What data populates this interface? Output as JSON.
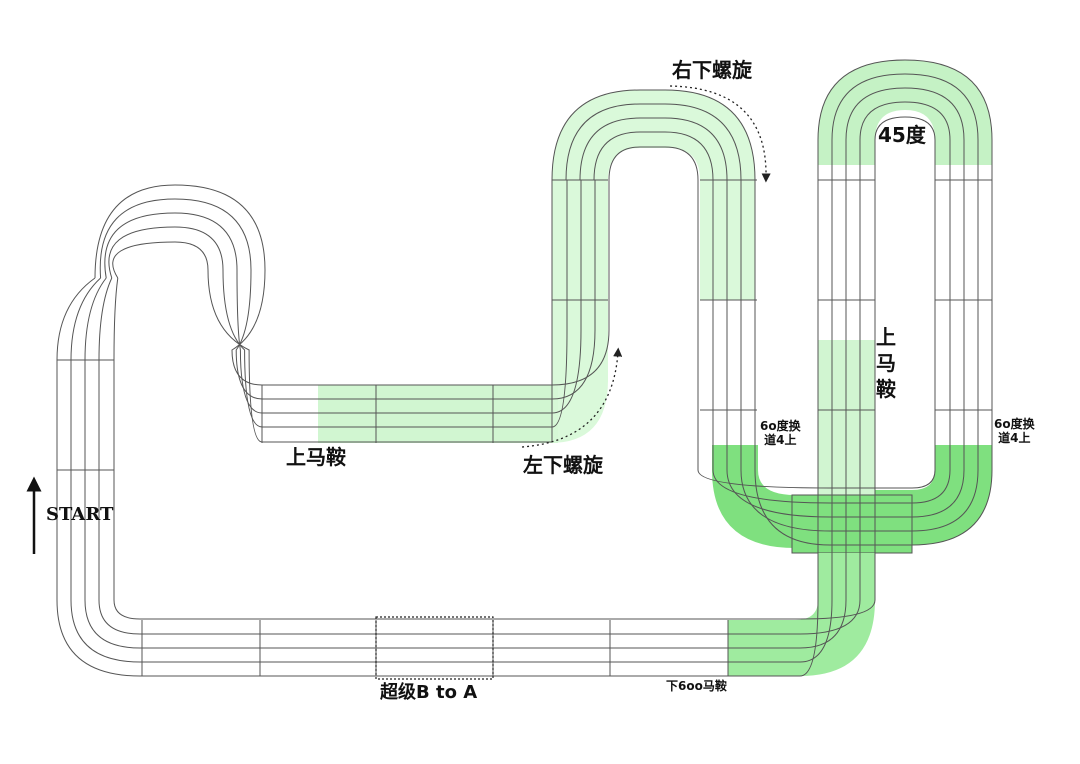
{
  "labels": {
    "start": "START",
    "upper_saddle_left": "上马鞍",
    "left_down_spiral": "左下螺旋",
    "right_down_spiral": "右下螺旋",
    "angle_45": "45度",
    "vertical_saddle": [
      "上",
      "马",
      "鞍"
    ],
    "lane_change_a": [
      "6o度换",
      "道4上"
    ],
    "lane_change_b": [
      "6o度换",
      "道4上"
    ],
    "super_b_to_a": "超级B to A",
    "down_600_saddle": "下6oo马鞍"
  },
  "colors": {
    "track_line": "#555555",
    "highlight": "#7fe07f",
    "highlight_light": "#d6f8d6",
    "text": "#111111"
  }
}
